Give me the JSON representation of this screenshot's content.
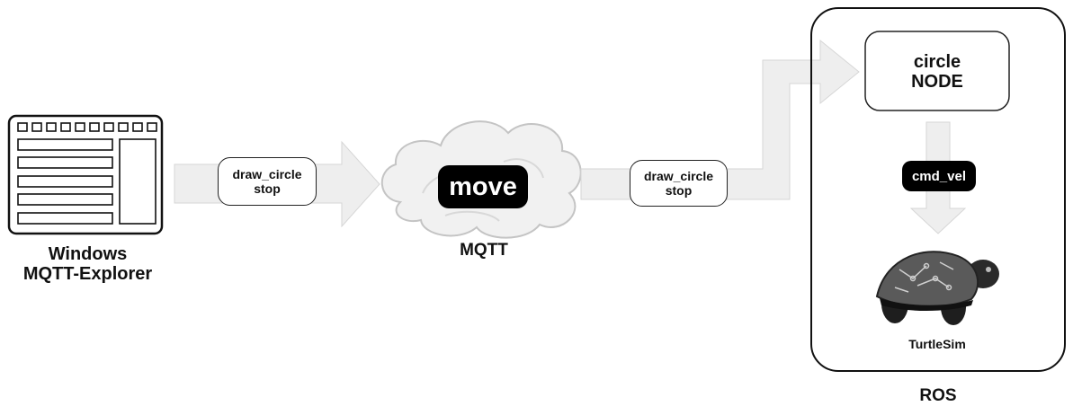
{
  "explorer": {
    "title_line1": "Windows",
    "title_line2": "MQTT-Explorer"
  },
  "message_left": {
    "line1": "draw_circle",
    "line2": "stop"
  },
  "broker": {
    "topic": "move",
    "name": "MQTT"
  },
  "message_right": {
    "line1": "draw_circle",
    "line2": "stop"
  },
  "ros": {
    "label": "ROS",
    "node": {
      "line1": "circle",
      "line2": "NODE"
    },
    "topic": "cmd_vel",
    "sim": "TurtleSim"
  },
  "colors": {
    "arrow_fill": "#eeeeee",
    "arrow_stroke": "#d6d6d6",
    "pill": "#000000"
  }
}
